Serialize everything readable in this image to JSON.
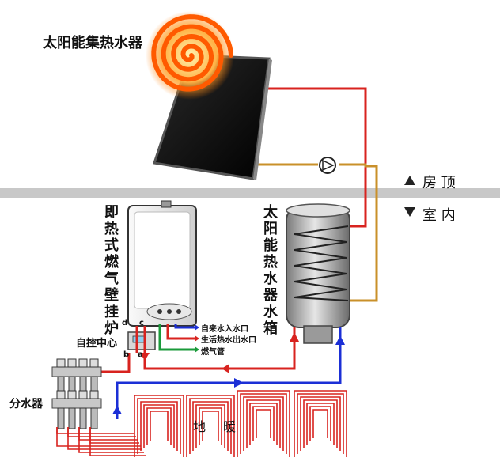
{
  "labels": {
    "collector": "太阳能集热水器",
    "roof": "房  顶",
    "indoor": "室  内",
    "boiler": "即热式燃气壁挂炉",
    "tank": "太阳能热水器水箱",
    "controller": "自控中心",
    "manifold": "分水器",
    "floor_left": "地",
    "floor_right": "暖",
    "pipe_cold_in": "自来水入水口",
    "pipe_hot_out": "生活热水出水口",
    "pipe_gas": "燃气管",
    "port_a": "a",
    "port_b": "b",
    "port_c": "c",
    "port_d": "d"
  },
  "colors": {
    "hot_pipe": "#d8231f",
    "cold_pipe": "#1b2fd6",
    "gas_pipe": "#1a9a3a",
    "solar_loop": "#c9902a",
    "roof_line": "#c8c8c8",
    "spiral": "#ff6a00"
  }
}
